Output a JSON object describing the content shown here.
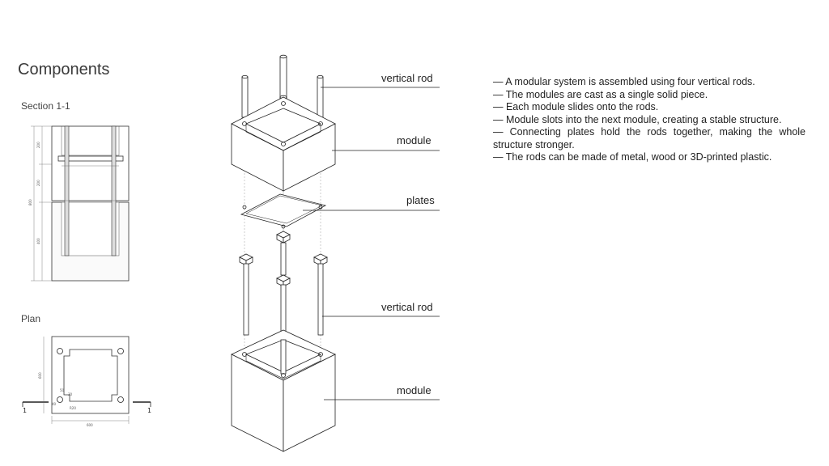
{
  "title": "Components",
  "section_label": "Section 1-1",
  "plan_label": "Plan",
  "callouts": {
    "vertical_rod_top": "vertical rod",
    "module_top": "module",
    "plates": "plates",
    "vertical_rod_bottom": "vertical rod",
    "module_bottom": "module"
  },
  "description": [
    "— A modular system is assembled using four vertical rods.",
    "— The modules are cast as a single solid piece.",
    "— Each module slides onto the rods.",
    "— Module slots into the next module, creating a stable structure.",
    "— Connecting plates hold the rods together, making the whole structure stronger.",
    "— The rods can be made of metal, wood or 3D-printed plastic."
  ],
  "section_dims": {
    "d1": "200",
    "d2": "200",
    "d3": "400",
    "total": "800"
  },
  "plan_dims": {
    "height": "600",
    "width": "600",
    "small_a": "50",
    "small_b": "30",
    "small_c": "40",
    "small_d": "R20"
  },
  "cut_marks": {
    "left": "1",
    "right": "1"
  }
}
